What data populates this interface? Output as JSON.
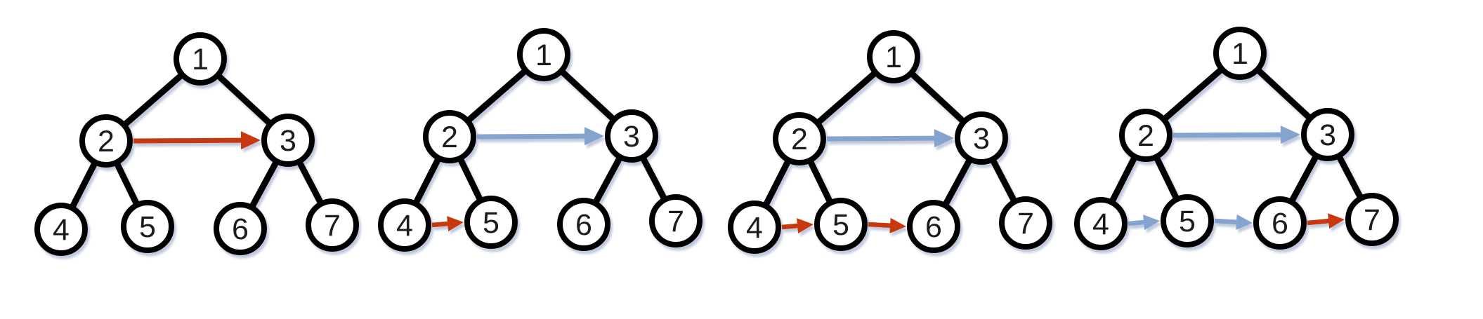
{
  "figure": {
    "background": "#ffffff",
    "colors": {
      "node_fill": "#ffffff",
      "node_stroke": "#000000",
      "tree_edge": "#000000",
      "arrow_current_red": "#C8390E",
      "arrow_done_blue": "#85A3CF",
      "shadow": "#8E9DC0"
    },
    "node_labels": {
      "1": "1",
      "2": "2",
      "3": "3",
      "4": "4",
      "5": "5",
      "6": "6",
      "7": "7"
    },
    "tree_edges": [
      [
        1,
        2
      ],
      [
        1,
        3
      ],
      [
        2,
        4
      ],
      [
        2,
        5
      ],
      [
        3,
        6
      ],
      [
        3,
        7
      ]
    ],
    "steps": [
      {
        "name": "step-1",
        "arrows": [
          {
            "from": 2,
            "to": 3,
            "color": "red"
          }
        ]
      },
      {
        "name": "step-2",
        "arrows": [
          {
            "from": 2,
            "to": 3,
            "color": "blue"
          },
          {
            "from": 4,
            "to": 5,
            "color": "red"
          }
        ]
      },
      {
        "name": "step-3",
        "arrows": [
          {
            "from": 2,
            "to": 3,
            "color": "blue"
          },
          {
            "from": 4,
            "to": 5,
            "color": "red"
          },
          {
            "from": 5,
            "to": 6,
            "color": "red"
          }
        ]
      },
      {
        "name": "step-4",
        "arrows": [
          {
            "from": 2,
            "to": 3,
            "color": "blue"
          },
          {
            "from": 4,
            "to": 5,
            "color": "blue"
          },
          {
            "from": 5,
            "to": 6,
            "color": "blue"
          },
          {
            "from": 6,
            "to": 7,
            "color": "red"
          }
        ]
      }
    ]
  }
}
